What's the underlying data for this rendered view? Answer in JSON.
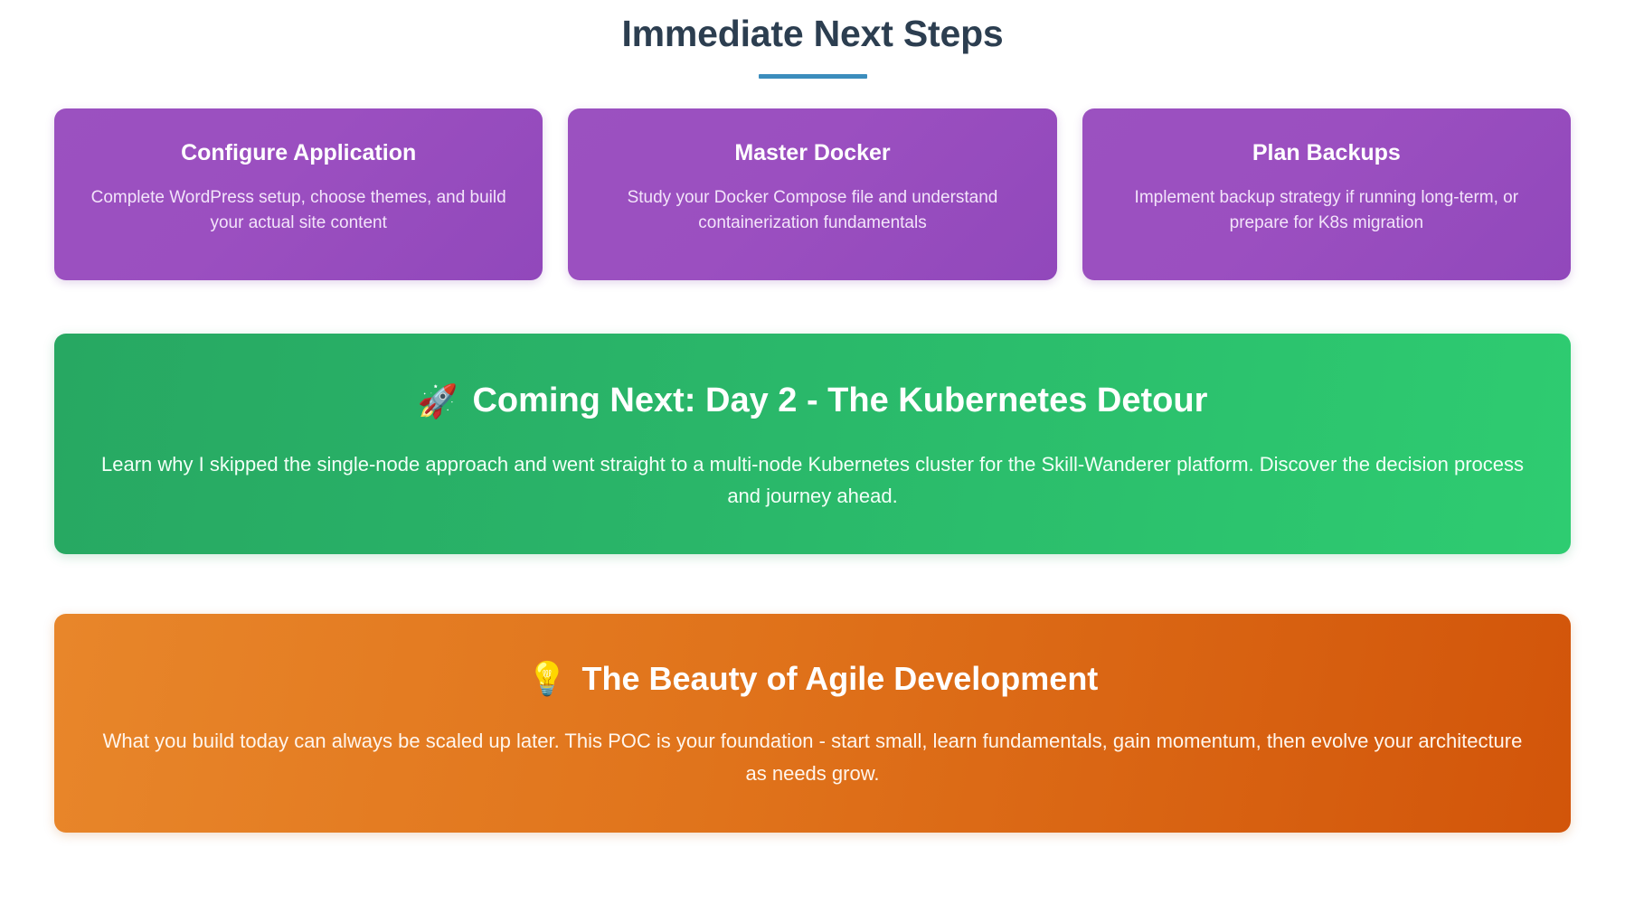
{
  "header": {
    "title": "Immediate Next Steps",
    "underline_color": "#3b8dbd",
    "title_color": "#2c3e50"
  },
  "steps": {
    "card_gradient_from": "#9b51c0",
    "card_gradient_to": "#9148bb",
    "cards": [
      {
        "title": "Configure Application",
        "description": "Complete WordPress setup, choose themes, and build your actual site content"
      },
      {
        "title": "Master Docker",
        "description": "Study your Docker Compose file and understand containerization fundamentals"
      },
      {
        "title": "Plan Backups",
        "description": "Implement backup strategy if running long-term, or prepare for K8s migration"
      }
    ]
  },
  "banners": [
    {
      "id": "coming-next",
      "emoji": "🚀",
      "emoji_name": "rocket-emoji",
      "title": "Coming Next: Day 2 - The Kubernetes Detour",
      "text": "Learn why I skipped the single-node approach and went straight to a multi-node Kubernetes cluster for the Skill-Wanderer platform. Discover the decision process and journey ahead.",
      "gradient_from": "#27a862",
      "gradient_to": "#2ecc71"
    },
    {
      "id": "agile-beauty",
      "emoji": "💡",
      "emoji_name": "lightbulb-emoji",
      "title": "The Beauty of Agile Development",
      "text": "What you build today can always be scaled up later. This POC is your foundation - start small, learn fundamentals, gain momentum, then evolve your architecture as needs grow.",
      "gradient_from": "#e8862a",
      "gradient_to": "#d2550a"
    }
  ]
}
